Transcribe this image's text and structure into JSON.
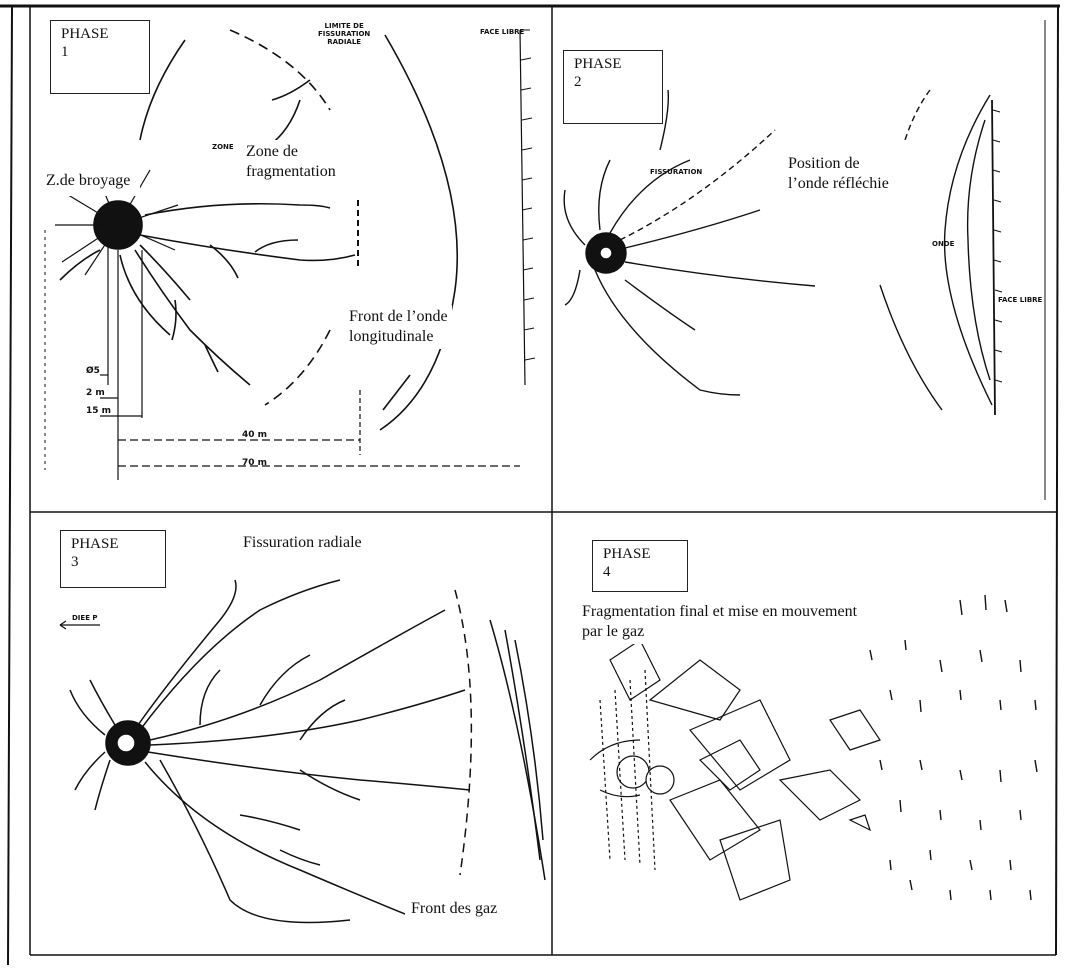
{
  "panels": [
    {
      "phase_label": "PHASE",
      "phase_number": "1",
      "labels": {
        "crushing_zone": "Z.de broyage",
        "fragmentation_zone": "Zone de\nfragmentation",
        "longitudinal_front": "Front de l’onde\nlongitudinale",
        "radial_crack_limit": "LIMITE DE\nFISSURATION\nRADIALE",
        "free_face": "FACE LIBRE",
        "zone_small": "ZONE",
        "dimensions": [
          "Ø5",
          "2 m",
          "15 m",
          "40 m",
          "70 m"
        ]
      }
    },
    {
      "phase_label": "PHASE",
      "phase_number": "2",
      "labels": {
        "reflected_wave": "Position de\nl’onde réfléchie",
        "crack_tag": "FISSURATION",
        "free_face": "FACE LIBRE",
        "wave_tag": "ONDE"
      }
    },
    {
      "phase_label": "PHASE",
      "phase_number": "3",
      "labels": {
        "radial_cracking": "Fissuration radiale",
        "gas_front": "Front des gaz",
        "small_tag": "DIEE P"
      }
    },
    {
      "phase_label": "PHASE",
      "phase_number": "4",
      "labels": {
        "final_fragmentation": "Fragmentation final et mise en mouvement\npar le gaz"
      }
    }
  ]
}
